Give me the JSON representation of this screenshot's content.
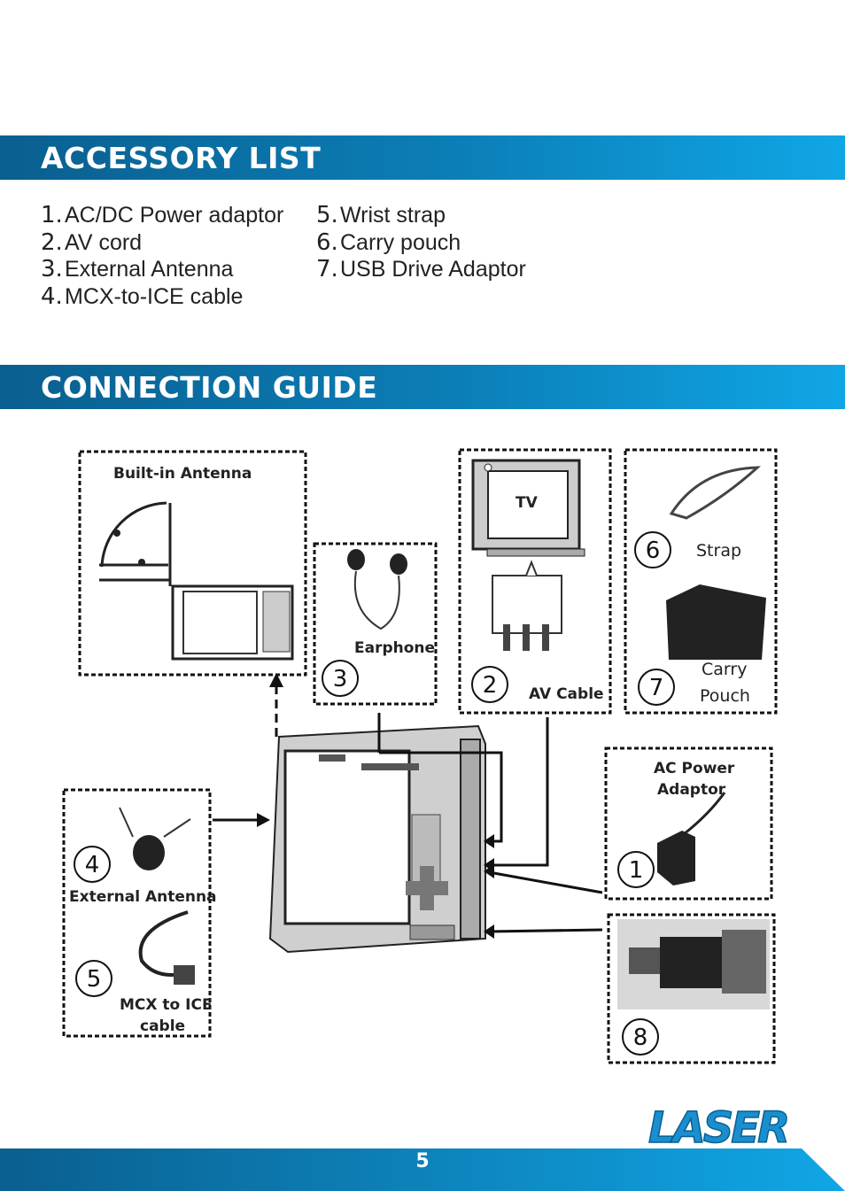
{
  "sections": {
    "accessory_title": "ACCESSORY LIST",
    "connection_title": "CONNECTION GUIDE"
  },
  "accessories": {
    "col1": [
      {
        "num": "1.",
        "label": "AC/DC Power adaptor"
      },
      {
        "num": "2.",
        "label": "AV cord"
      },
      {
        "num": "3.",
        "label": "External Antenna"
      },
      {
        "num": "4.",
        "label": "MCX-to-ICE cable"
      }
    ],
    "col2": [
      {
        "num": "5.",
        "label": "Wrist strap"
      },
      {
        "num": "6.",
        "label": "Carry pouch"
      },
      {
        "num": "7.",
        "label": "USB Drive Adaptor"
      }
    ]
  },
  "diagram": {
    "builtin_antenna": "Built-in Antenna",
    "earphone": "Earphone",
    "tv": "TV",
    "av_cable": "AV Cable",
    "strap": "Strap",
    "carry_1": "Carry",
    "carry_2": "Pouch",
    "ac_1": "AC Power",
    "ac_2": "Adaptor",
    "ext_antenna": "External Antenna",
    "mcx_1": "MCX to ICE",
    "mcx_2": "cable",
    "n1": "1",
    "n2": "2",
    "n3": "3",
    "n4": "4",
    "n5": "5",
    "n6": "6",
    "n7": "7",
    "n8": "8"
  },
  "footer": {
    "page_number": "5"
  },
  "colors": {
    "banner_dark": "#0a5f8f",
    "banner_light": "#10a6e6",
    "logo_blue": "#1a8fd0"
  },
  "logo": {
    "text": "LASER"
  }
}
